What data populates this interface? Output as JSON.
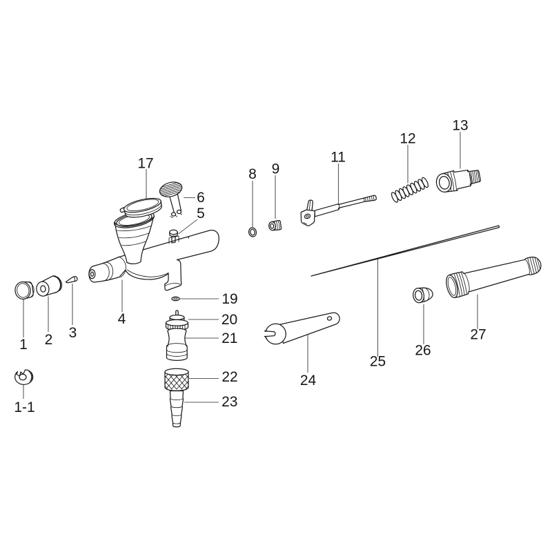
{
  "diagram": {
    "description": "Airbrush exploded parts diagram",
    "colors": {
      "background": "#ffffff",
      "line": "#1c1c1c",
      "leader": "#595959",
      "label": "#161616"
    }
  },
  "labels": [
    {
      "num": "1",
      "part": "nozzle-cap"
    },
    {
      "num": "1-1",
      "part": "nozzle-cap-crown"
    },
    {
      "num": "2",
      "part": "nozzle-base"
    },
    {
      "num": "3",
      "part": "nozzle"
    },
    {
      "num": "4",
      "part": "airbrush-body"
    },
    {
      "num": "5",
      "part": "cover-screw"
    },
    {
      "num": "6",
      "part": "trigger-button"
    },
    {
      "num": "8",
      "part": "o-ring"
    },
    {
      "num": "9",
      "part": "valve-nut"
    },
    {
      "num": "11",
      "part": "needle-chucking-guide"
    },
    {
      "num": "12",
      "part": "needle-spring"
    },
    {
      "num": "13",
      "part": "spring-guide-screw"
    },
    {
      "num": "17",
      "part": "cup-lid"
    },
    {
      "num": "19",
      "part": "o-ring-small"
    },
    {
      "num": "20",
      "part": "air-valve-piston"
    },
    {
      "num": "21",
      "part": "air-valve-body"
    },
    {
      "num": "22",
      "part": "hose-connection-nut"
    },
    {
      "num": "23",
      "part": "hose-connector"
    },
    {
      "num": "24",
      "part": "wrench"
    },
    {
      "num": "25",
      "part": "needle"
    },
    {
      "num": "26",
      "part": "needle-chucking-nut"
    },
    {
      "num": "27",
      "part": "handle"
    }
  ]
}
